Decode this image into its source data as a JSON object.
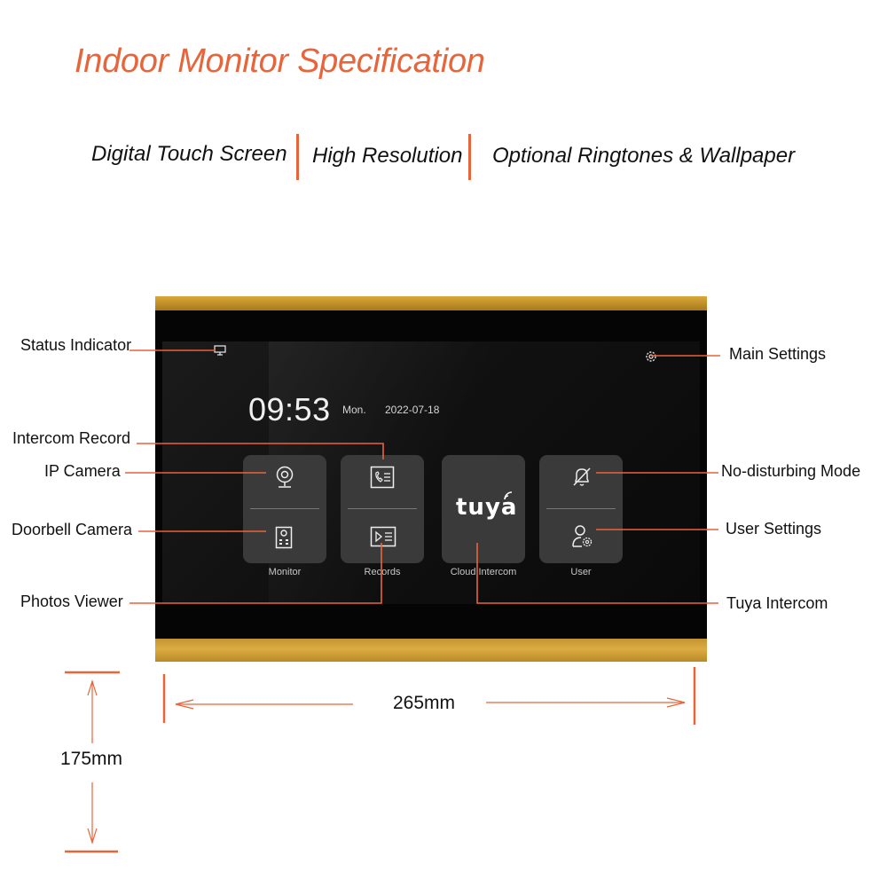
{
  "title": "Indoor Monitor Specification",
  "features": [
    "Digital Touch Screen",
    "High Resolution",
    "Optional Ringtones & Wallpaper"
  ],
  "screen": {
    "time": "09:53",
    "weekday": "Mon.",
    "date": "2022-07-18",
    "tiles": [
      {
        "label": "Monitor",
        "icons": [
          "ip-camera-icon",
          "doorbell-camera-icon"
        ]
      },
      {
        "label": "Records",
        "icons": [
          "intercom-record-icon",
          "photos-viewer-icon"
        ]
      },
      {
        "label": "Cloud Intercom",
        "brand": "tuya"
      },
      {
        "label": "User",
        "icons": [
          "no-disturbing-icon",
          "user-settings-icon"
        ]
      }
    ]
  },
  "callouts": {
    "status_indicator": "Status Indicator",
    "intercom_record": "Intercom Record",
    "ip_camera": "IP Camera",
    "doorbell_camera": "Doorbell Camera",
    "photos_viewer": "Photos Viewer",
    "main_settings": "Main Settings",
    "no_disturbing": "No-disturbing Mode",
    "user_settings": "User Settings",
    "tuya_intercom": "Tuya Intercom"
  },
  "dimensions": {
    "width": "265mm",
    "height": "175mm"
  },
  "colors": {
    "accent": "#e8643a",
    "frame_gold": "#c99a35",
    "screen": "#0a0a0a",
    "tile": "#3a3a3a"
  }
}
